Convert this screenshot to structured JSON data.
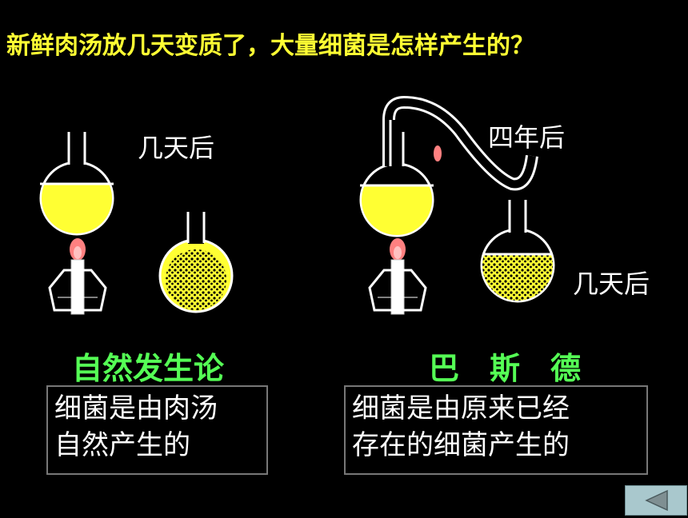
{
  "title": "新鲜肉汤放几天变质了，大量细菌是怎样产生的？",
  "left": {
    "time_label": "几天后",
    "theory_name": "自然发生论",
    "explanation_line1": "细菌是由肉汤",
    "explanation_line2": "自然产生的"
  },
  "right": {
    "tube_label": "四年后",
    "time_label": "几天后",
    "scientist_name": "巴　斯　德",
    "explanation_line1": "细菌是由原来已经",
    "explanation_line2": "存在的细菌产生的"
  },
  "colors": {
    "background": "#000000",
    "broth": "#ffff33",
    "title": "#ffff33",
    "theory_label": "#55ff55",
    "flame": "#ff8080"
  },
  "nav": {
    "icon": "left-triangle-icon"
  }
}
